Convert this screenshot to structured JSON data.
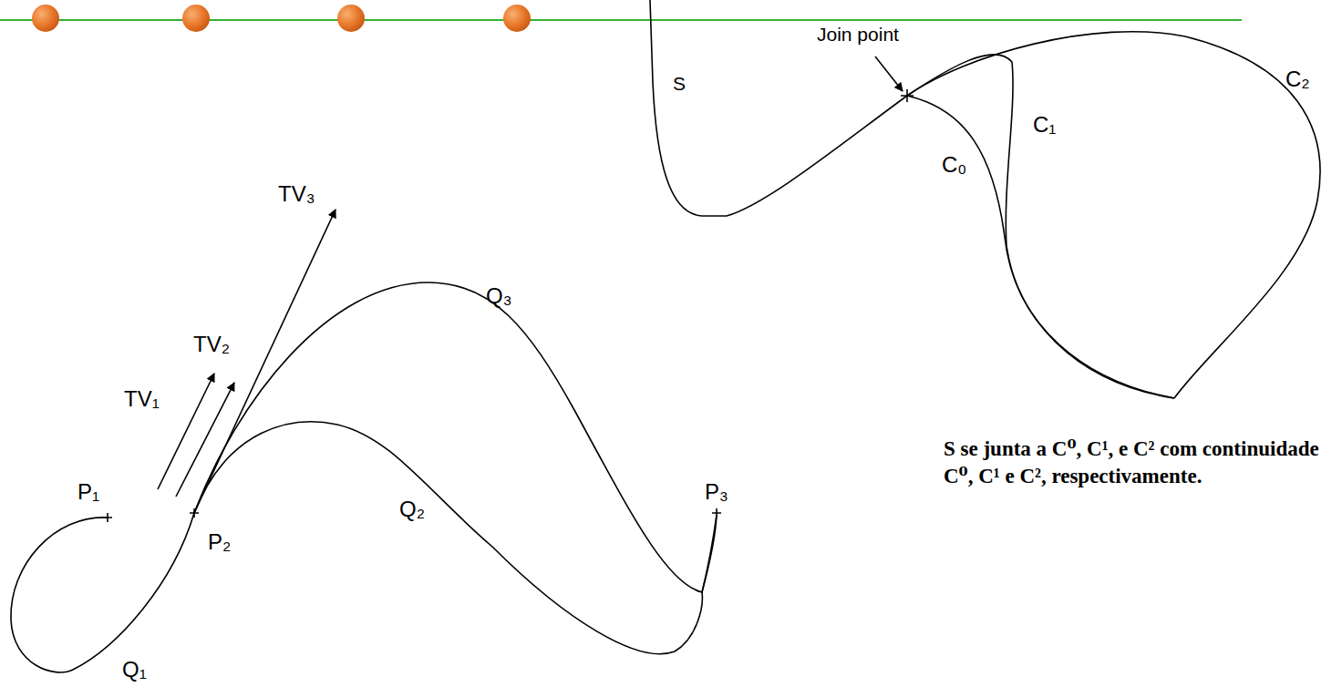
{
  "diagram": {
    "labels": [
      "TV₃",
      "TV₂",
      "TV₁",
      "P₁",
      "P₂",
      "P₃",
      "Q₁",
      "Q₂",
      "Q₃",
      "S",
      "Join point",
      "C₀",
      "C₁",
      "C₂",
      "S se junta a C⁰, C¹, e C² com continuidade C⁰, C¹ e C², respectivamente."
    ]
  }
}
